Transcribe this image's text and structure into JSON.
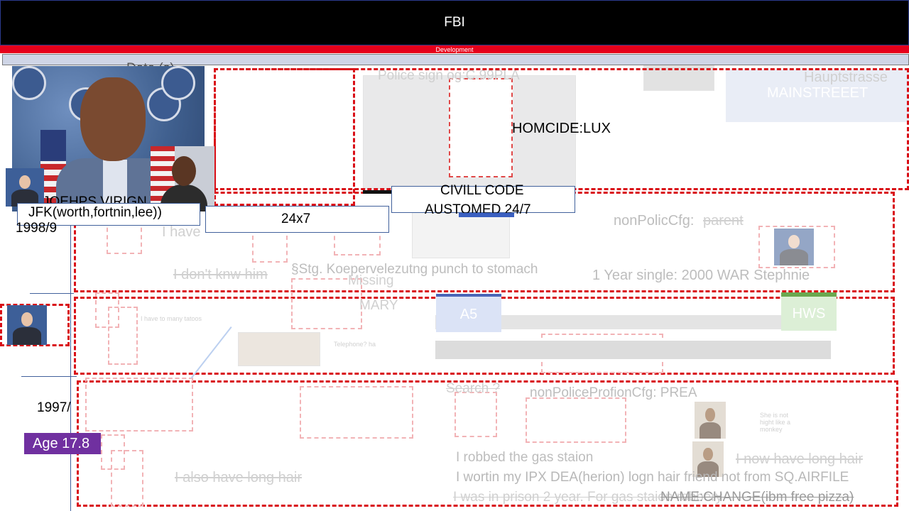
{
  "header": {
    "title": "FBI",
    "subtitle": "Development"
  },
  "labels": {
    "homicide": "HOMCIDE:LUX",
    "civil_code": "CIVILL CODE",
    "austomed": "AUSTOMED 24/7",
    "schedule": "24x7",
    "name_tag": "JOEHPS.VIRIGN",
    "jfk": "JFK(worth,fortnin,lee))",
    "year_1998": "1998/9",
    "year_1997": "1997/",
    "age": "Age 17.8"
  },
  "ghost_text": {
    "date": "Date (s)",
    "police": "Police sign og:C.99PLA",
    "hauptstrasse": "Hauptstrasse",
    "mainstreet": "MAINSTREEET",
    "i_have": "I have",
    "non_polic_cfg": "nonPolicCfg:",
    "parent": "parent",
    "dont_know": "I don't knw him",
    "koeper": "§Stg. Koepervelezutng punch to stomach",
    "missing": "Missing",
    "mary": "MARY",
    "one_year": "1 Year single: 2000 WAR Stephnie",
    "a5": "A5",
    "hws": "HWS",
    "tattoos": "I have to many tatoos",
    "telephone": "Telephone? ha",
    "search": "Search ?",
    "non_police_prof": "nonPoliceProfionCfg: PREA",
    "robbed": "I robbed the gas staion",
    "long_hair_now": "I now have long hair",
    "she_not": "She is not hight like a monkey",
    "also_long_hair": "I also have long hair",
    "wortin": "I wortin my IPX DEA(herion) logn hair friend not from SQ.AIRFILE",
    "prison": "I was in prison 2 year. For gas staion robbery",
    "name_change": "NAME:CHANGE(ibm free pizza)"
  },
  "colors": {
    "accent_red": "#e5001b",
    "dash_red": "#d90f17",
    "purple": "#7030a0",
    "timeline": "#41619c"
  }
}
